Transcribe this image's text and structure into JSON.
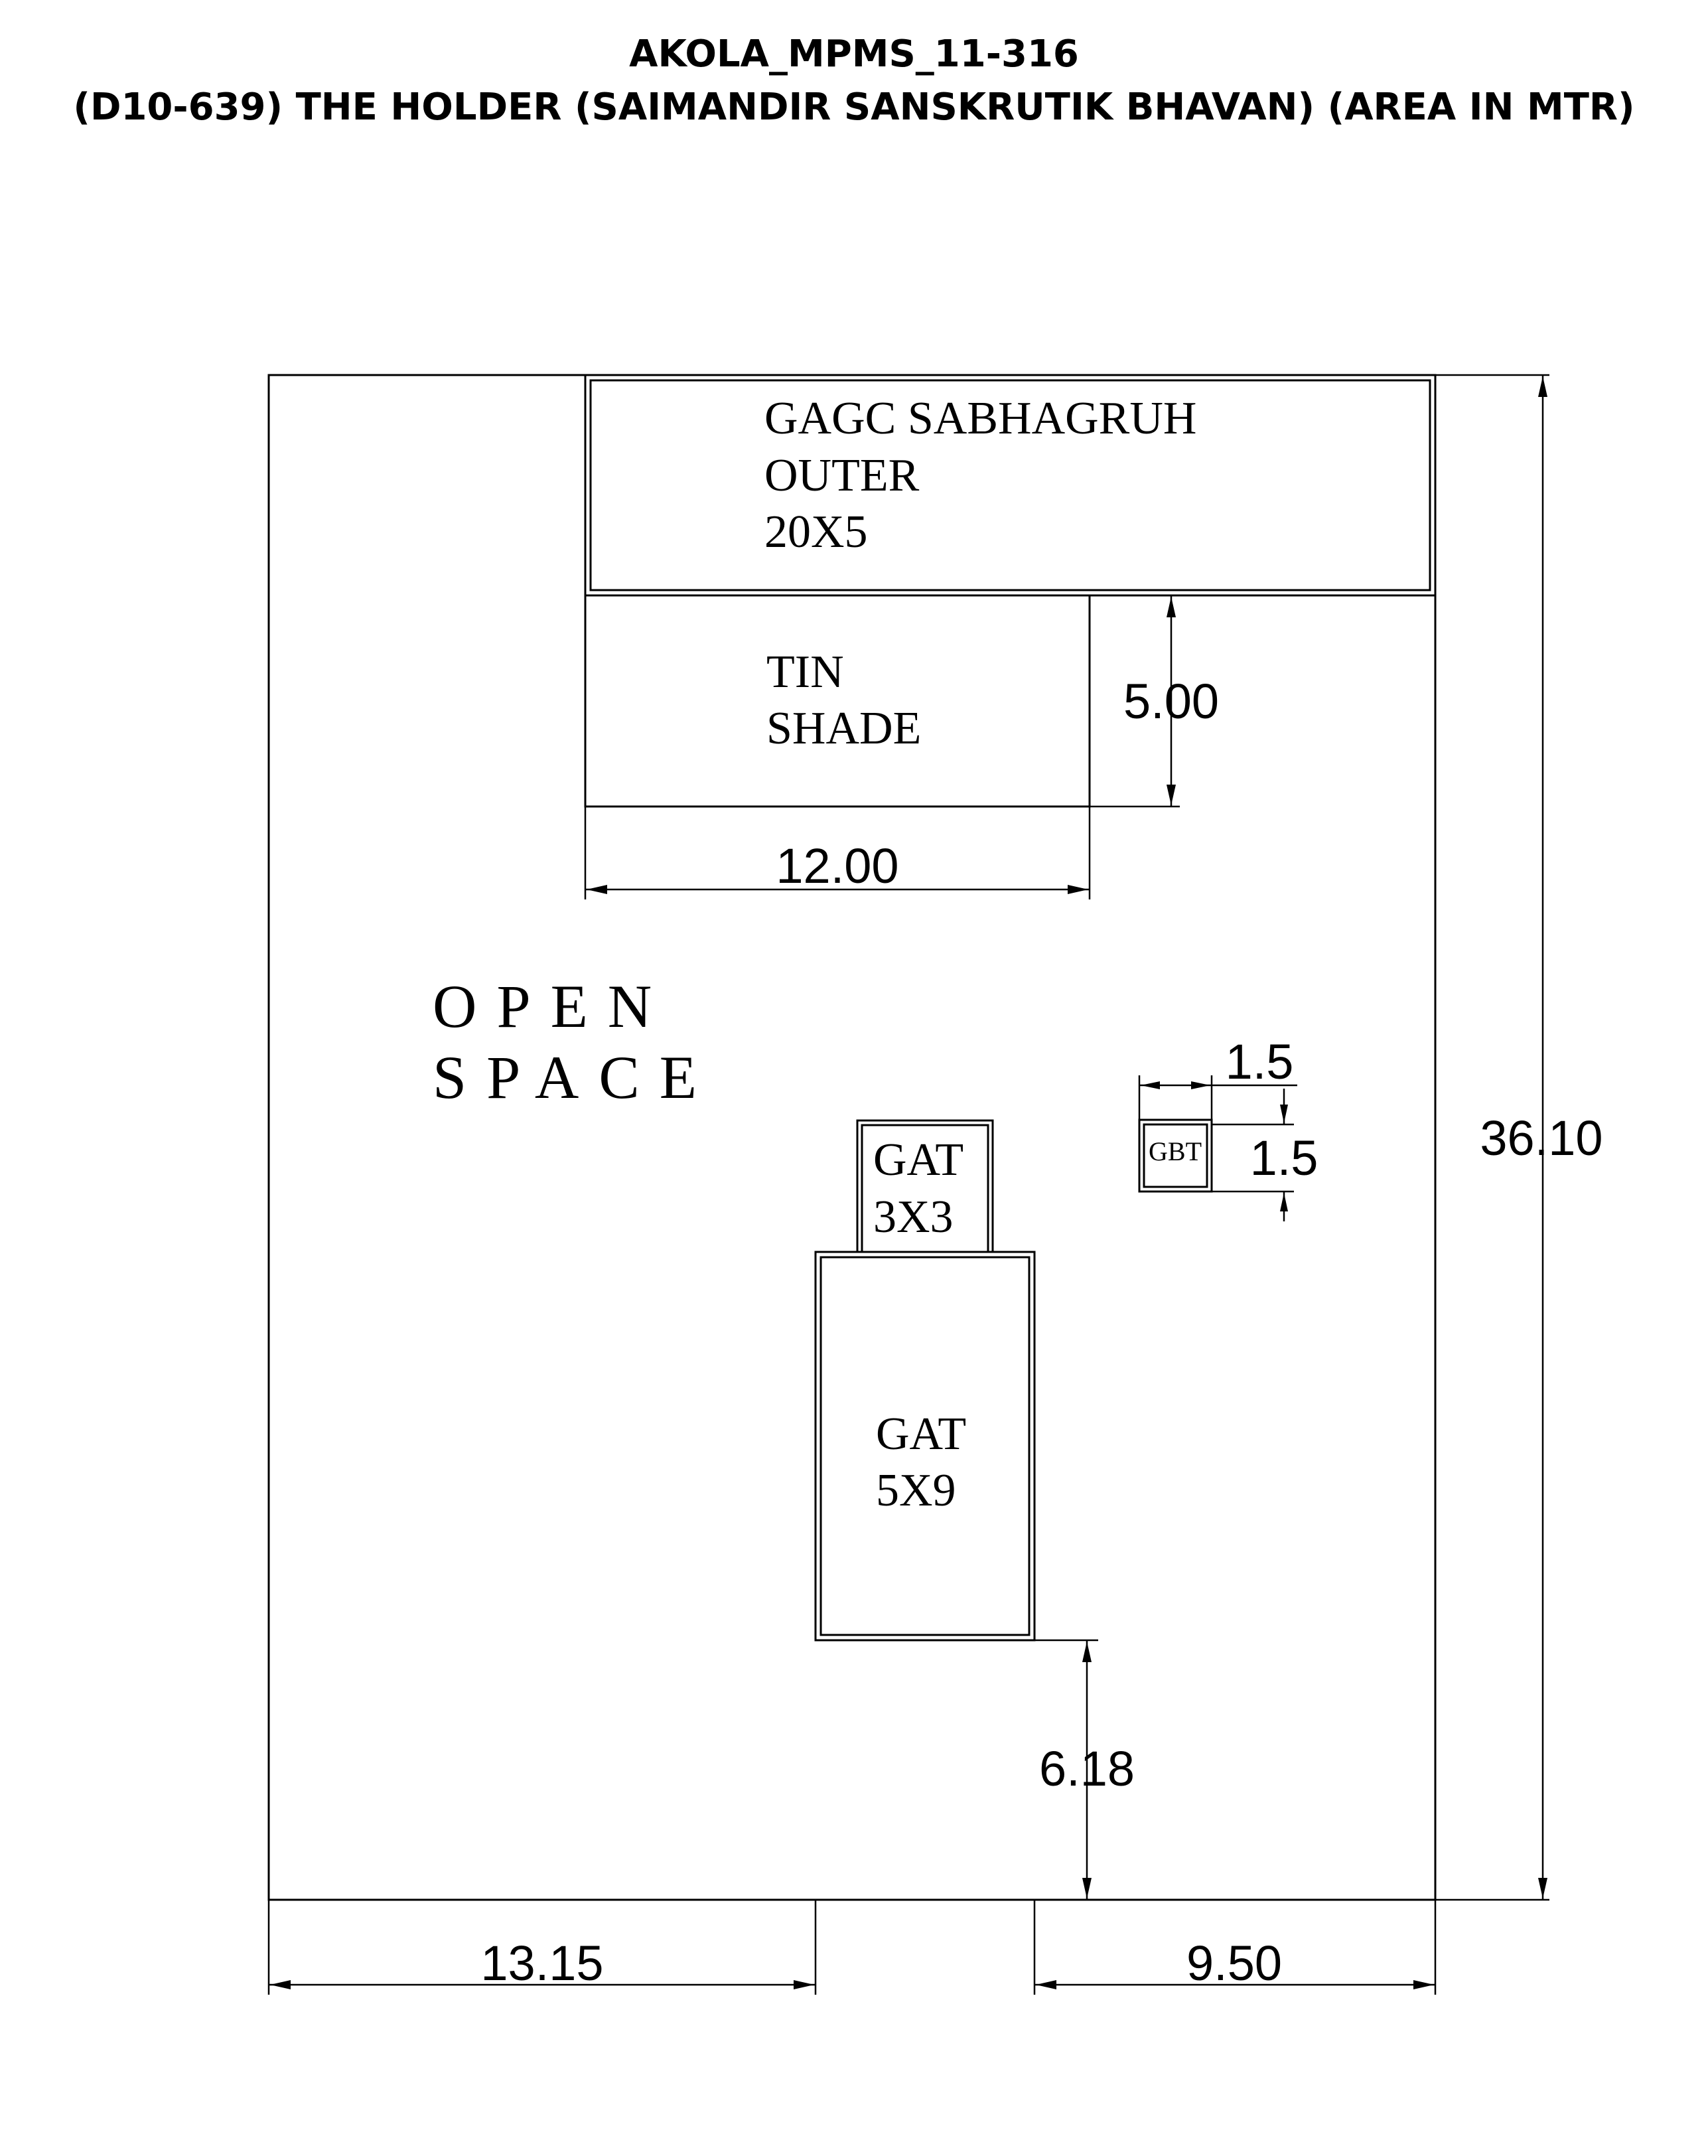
{
  "title": {
    "line1": "AKOLA_MPMS_11-316",
    "line2": "(D10-639) THE HOLDER (SAIMANDIR SANSKRUTIK BHAVAN) (AREA IN MTR)"
  },
  "rooms": {
    "sabhagruh": {
      "line1": "GAGC SABHAGRUH",
      "line2": "OUTER",
      "line3": "20X5"
    },
    "tin_shade": {
      "line1": "TIN",
      "line2": "SHADE"
    },
    "open_space": {
      "line1": "OPEN",
      "line2": "SPACE"
    },
    "gat_small": {
      "line1": "GAT",
      "line2": "3X3"
    },
    "gat_large": {
      "line1": "GAT",
      "line2": "5X9"
    },
    "gbt": {
      "label": "GBT"
    }
  },
  "dimensions": {
    "tin_shade_height": "5.00",
    "tin_shade_width": "12.00",
    "gbt_width": "1.5",
    "gbt_height": "1.5",
    "plot_height": "36.10",
    "gat_to_boundary": "6.18",
    "left_offset": "13.15",
    "right_offset": "9.50"
  }
}
